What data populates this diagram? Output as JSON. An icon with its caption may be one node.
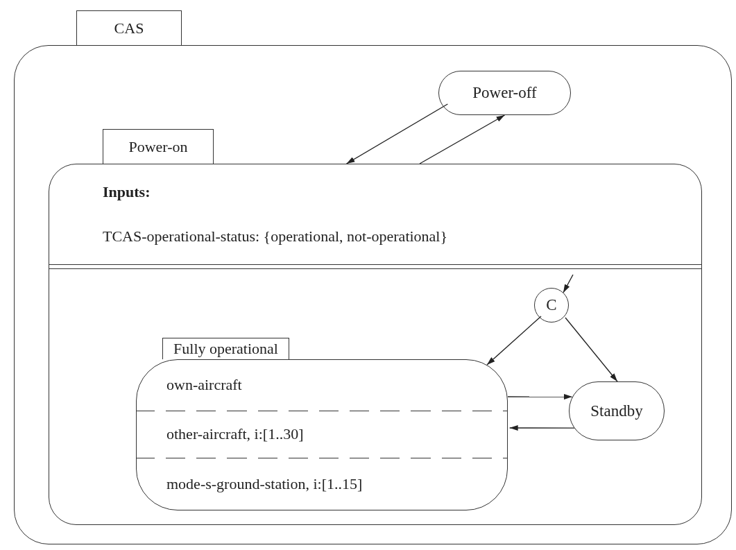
{
  "diagram": {
    "nodes": [
      {
        "text": [
          "CAS"
        ]
      },
      {
        "text": [
          "Power-off"
        ],
        "in": 0
      },
      {
        "text": [
          "Power-on",
          "Inputs:",
          "TCAS-operational-status: {operational, not-operational}"
        ],
        "in": 0
      },
      {
        "text": [
          "C"
        ],
        "in": 2
      },
      {
        "text": [
          "Fully operational",
          "own-aircraft",
          "other-aircraft, i:[1..30]",
          "mode-s-ground-station, i:[1..15]"
        ],
        "in": 2
      },
      {
        "text": [
          "Standby"
        ],
        "in": 2
      }
    ],
    "edges": [
      {
        "from": 1,
        "to": 2,
        "arrow": "to"
      },
      {
        "from": 2,
        "to": 1,
        "arrow": "to"
      },
      {
        "from": null,
        "to": 3,
        "arrow": "to"
      },
      {
        "from": 3,
        "to": 4,
        "arrow": "to"
      },
      {
        "from": 3,
        "to": 5,
        "arrow": "to"
      },
      {
        "from": 4,
        "to": 5,
        "arrow": "to"
      },
      {
        "from": 5,
        "to": 4,
        "arrow": "to"
      }
    ]
  }
}
